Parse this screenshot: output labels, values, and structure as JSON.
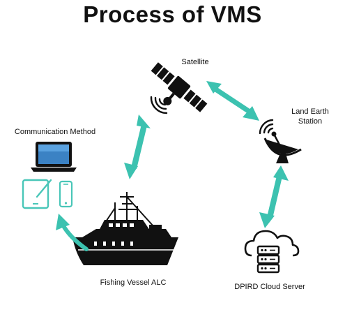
{
  "title": "Process of VMS",
  "nodes": {
    "satellite": {
      "label": "Satellite",
      "icon": "satellite-icon"
    },
    "land_earth_station": {
      "label": "Land Earth Station",
      "icon": "satellite-dish-icon"
    },
    "communication_method": {
      "label": "Communication Method",
      "icons": [
        "laptop-icon",
        "tablet-icon",
        "phone-icon"
      ]
    },
    "vessel": {
      "label": "Fishing Vessel ALC",
      "icon": "fishing-vessel-icon"
    },
    "cloud_server": {
      "label": "DPIRD Cloud Server",
      "icon": "cloud-server-icon"
    }
  },
  "colors": {
    "arrow": "#3cc2b0",
    "ink": "#111111",
    "device_accent": "#49c6b8"
  }
}
